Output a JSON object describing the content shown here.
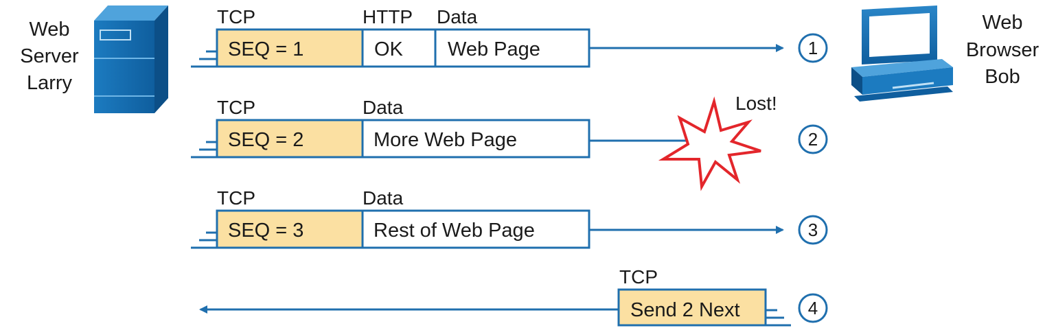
{
  "hosts": {
    "server": {
      "lines": [
        "Web",
        "Server",
        "Larry"
      ],
      "icon": "server-icon"
    },
    "client": {
      "lines": [
        "Web",
        "Browser",
        "Bob"
      ],
      "icon": "computer-icon"
    }
  },
  "segments": [
    {
      "step": "1",
      "headers": {
        "tcp": "TCP",
        "http": "HTTP",
        "data": "Data"
      },
      "fields": {
        "seq": "SEQ = 1",
        "http": "OK",
        "data": "Web Page"
      },
      "delivered": true
    },
    {
      "step": "2",
      "headers": {
        "tcp": "TCP",
        "data": "Data"
      },
      "fields": {
        "seq": "SEQ = 2",
        "data": "More Web Page"
      },
      "delivered": false,
      "lost_label": "Lost!"
    },
    {
      "step": "3",
      "headers": {
        "tcp": "TCP",
        "data": "Data"
      },
      "fields": {
        "seq": "SEQ = 3",
        "data": "Rest of Web Page"
      },
      "delivered": true
    }
  ],
  "ack": {
    "step": "4",
    "header": "TCP",
    "field": "Send 2 Next"
  },
  "colors": {
    "blue": "#1f6fae",
    "tcp_fill": "#fbe0a2",
    "explosion": "#e3262b"
  }
}
